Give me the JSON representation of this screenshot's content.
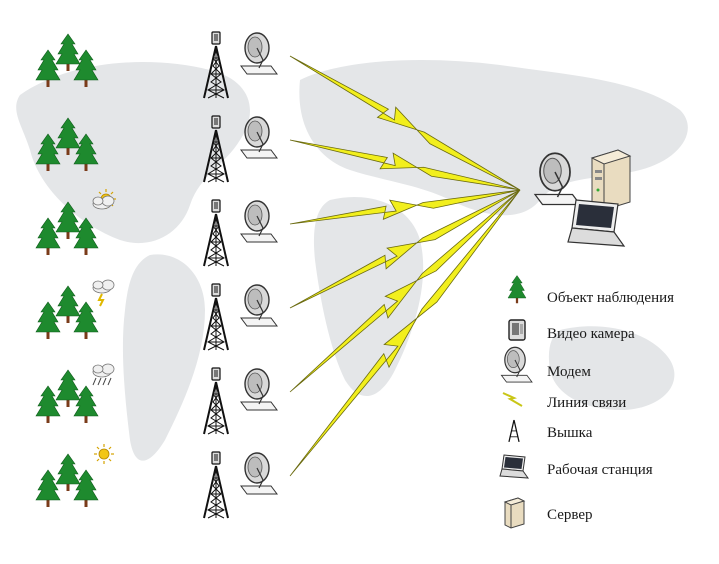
{
  "legend": {
    "items": [
      {
        "icon": "tree-icon",
        "label": "Объект наблюдения"
      },
      {
        "icon": "video-camera-icon",
        "label": "Видео камера"
      },
      {
        "icon": "modem-dish-icon",
        "label": "Модем"
      },
      {
        "icon": "lightning-link-icon",
        "label": "Линия связи"
      },
      {
        "icon": "tower-icon",
        "label": "Вышка"
      },
      {
        "icon": "laptop-icon",
        "label": "Рабочая станция"
      },
      {
        "icon": "server-icon",
        "label": "Сервер"
      }
    ]
  },
  "rows": [
    {
      "weather": "none"
    },
    {
      "weather": "none"
    },
    {
      "weather": "sun-cloud"
    },
    {
      "weather": "storm"
    },
    {
      "weather": "rain"
    },
    {
      "weather": "sun"
    }
  ],
  "colors": {
    "tree": "#1e8a2e",
    "trunk": "#7a3b1a",
    "lightning": "#f2ef1d",
    "map": "#e4e6e8"
  }
}
